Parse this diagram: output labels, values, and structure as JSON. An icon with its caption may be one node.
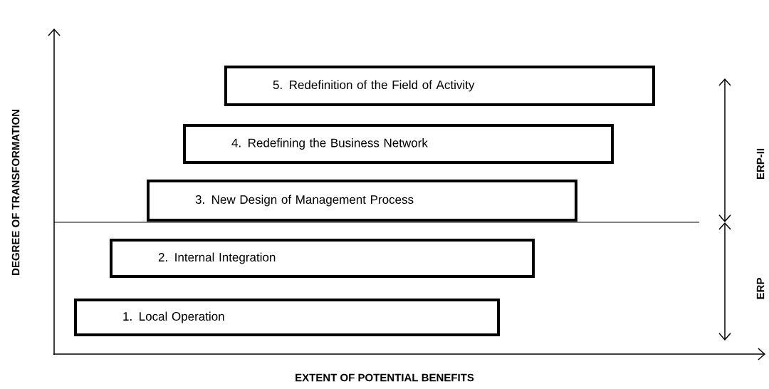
{
  "diagram": {
    "nodes": [
      {
        "text": [
          "5. Redefinition of the Field of Activity"
        ]
      },
      {
        "text": [
          "4. Redefining the Business Network"
        ]
      },
      {
        "text": [
          "3. New Design of Management Process"
        ]
      },
      {
        "text": [
          "2. Internal Integration"
        ]
      },
      {
        "text": [
          "1. Local Operation"
        ]
      }
    ],
    "labels": [
      "DEGREE OF TRANSFORMATION",
      "ERP-II",
      "ERP",
      "EXTENT OF POTENTIAL BENEFITS"
    ]
  }
}
